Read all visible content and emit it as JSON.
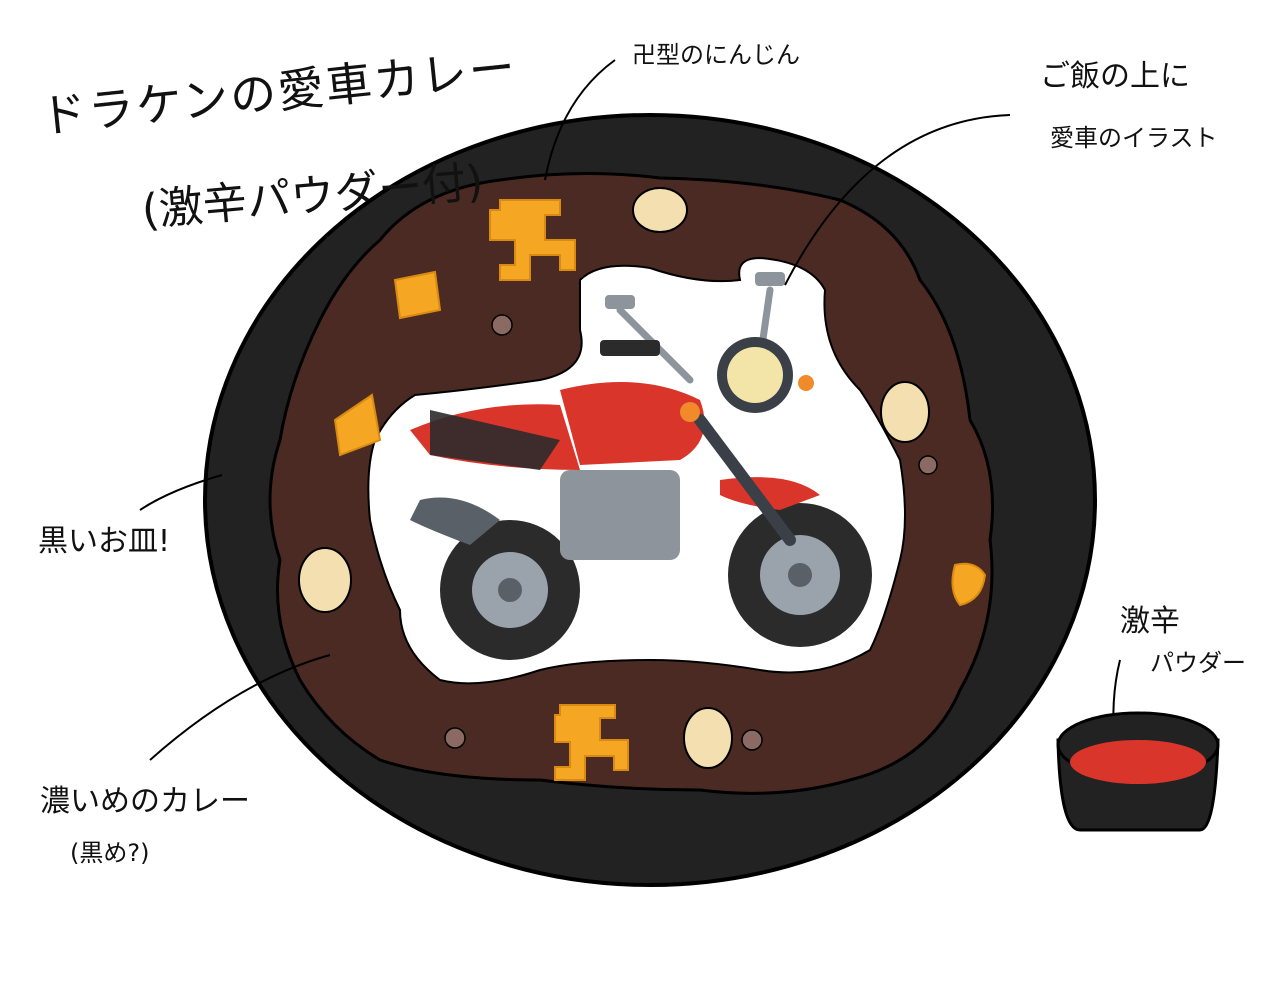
{
  "title_line1": "ドラケンの愛車カレー",
  "title_line2": "(激辛パウダー付)",
  "annotations": {
    "carrot_label": "卍型のにんじん",
    "rice_label_line1": "ご飯の上に",
    "rice_label_line2": "愛車のイラスト",
    "plate_label": "黒いお皿!",
    "curry_label_line1": "濃いめのカレー",
    "curry_label_line2": "(黒め?)",
    "powder_label_line1": "激辛",
    "powder_label_line2": "パウダー"
  },
  "colors": {
    "plate": "#222222",
    "curry": "#4a2a22",
    "rice": "#ffffff",
    "bike_red": "#d9352a",
    "carrot": "#f5a623",
    "potato": "#f3dfb0",
    "powder": "#d9352a"
  }
}
